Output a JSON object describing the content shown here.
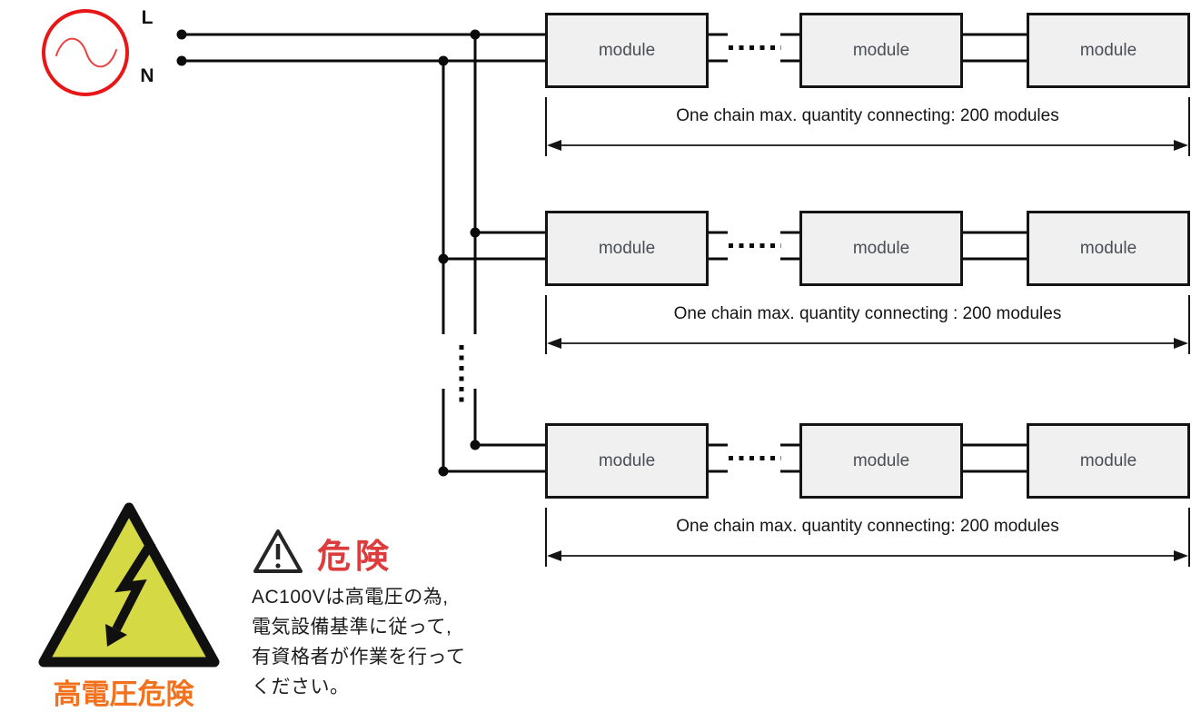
{
  "source": {
    "l_label": "L",
    "n_label": "N"
  },
  "module_label": "module",
  "chains": [
    {
      "label": "One chain max. quantity connecting: 200 modules"
    },
    {
      "label": "One chain max. quantity connecting : 200 modules"
    },
    {
      "label": "One chain max. quantity connecting: 200 modules"
    }
  ],
  "warning": {
    "title": "危険",
    "body_lines": [
      "AC100Vは高電圧の為,",
      "電気設備基準に従って,",
      "有資格者が作業を行って",
      "ください。"
    ]
  },
  "hazard_sign": {
    "label": "高電圧危険"
  },
  "colors": {
    "wire": "#0b0b0b",
    "module_fill": "#f0f0f0",
    "module_border": "#141414",
    "module_text": "#4a4e55",
    "source_red": "#e81616",
    "danger_red": "#dc3c3c",
    "hazard_yellow": "#d5d943",
    "hazard_text_orange": "#f2711c"
  }
}
